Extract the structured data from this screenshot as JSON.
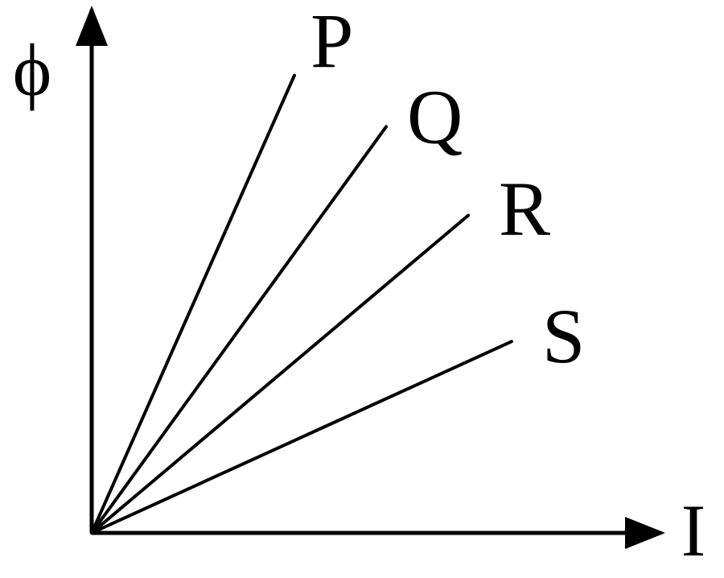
{
  "chart_data": {
    "type": "line",
    "xlabel": "I",
    "ylabel": "ϕ",
    "xlim": [
      0,
      1
    ],
    "ylim": [
      0,
      1
    ],
    "grid": false,
    "series": [
      {
        "name": "P",
        "x": [
          0,
          0.42
        ],
        "y": [
          0,
          0.98
        ]
      },
      {
        "name": "Q",
        "x": [
          0,
          0.61
        ],
        "y": [
          0,
          0.87
        ]
      },
      {
        "name": "R",
        "x": [
          0,
          0.78
        ],
        "y": [
          0,
          0.68
        ]
      },
      {
        "name": "S",
        "x": [
          0,
          0.87
        ],
        "y": [
          0,
          0.41
        ]
      }
    ]
  }
}
